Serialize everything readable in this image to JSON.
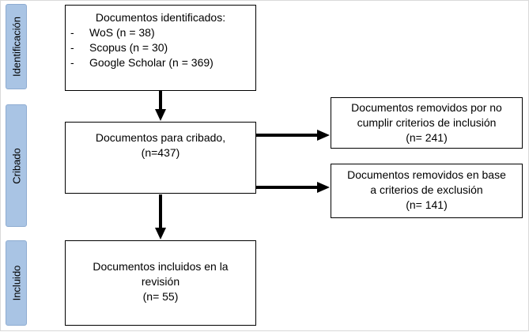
{
  "phases": [
    {
      "label": "Identificación"
    },
    {
      "label": "Cribado"
    },
    {
      "label": "Incluido"
    }
  ],
  "identified": {
    "title": "Documentos identificados:",
    "items": [
      {
        "bullet": "-",
        "text": "WoS (n = 38)"
      },
      {
        "bullet": "-",
        "text": "Scopus (n = 30)"
      },
      {
        "bullet": "-",
        "text": "Google Scholar (n = 369)"
      }
    ]
  },
  "screening": {
    "line1": "Documentos para cribado,",
    "line2": "(n=437)"
  },
  "removed_inclusion": {
    "line1": "Documentos removidos por no",
    "line2": "cumplir criterios de inclusión",
    "line3": "(n= 241)"
  },
  "removed_exclusion": {
    "line1": "Documentos removidos en base",
    "line2": "a criterios de exclusión",
    "line3": "(n= 141)"
  },
  "included": {
    "line1": "Documentos incluidos en la",
    "line2": "revisión",
    "line3": "(n= 55)"
  },
  "colors": {
    "phase_fill": "#a9c4e4",
    "arrow": "#000000"
  }
}
